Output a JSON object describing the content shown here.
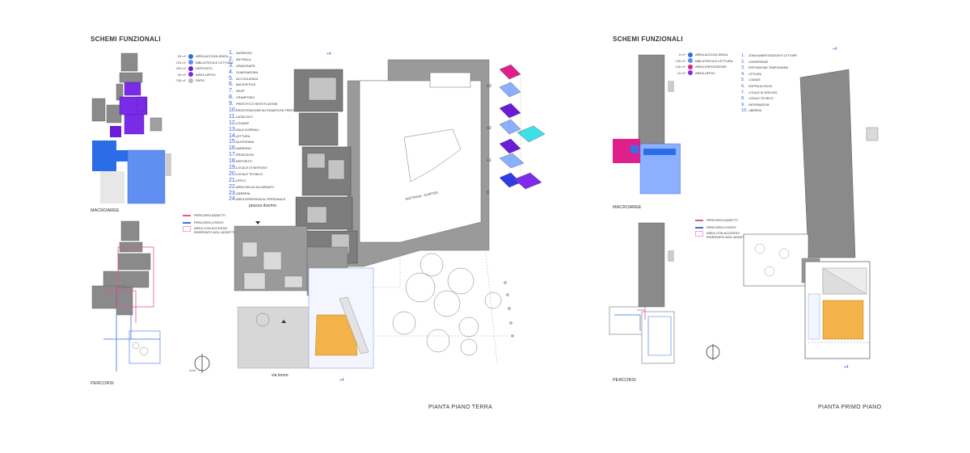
{
  "left": {
    "title": "SCHEMI FUNZIONALI",
    "macroaree_label": "MACROAREE",
    "percorsi_label": "PERCORSI",
    "legend": [
      {
        "area": "45 m²",
        "label": "AREA ACCOGLIENZA",
        "color": "#2b6de6"
      },
      {
        "area": "225 m²",
        "label": "BIBLIOTECA E LETTURA",
        "color": "#5f8ff0"
      },
      {
        "area": "250 m²",
        "label": "DEPOSITO",
        "color": "#6a1bd8"
      },
      {
        "area": "35 m²",
        "label": "AREA UFFICI",
        "color": "#7d2be8"
      },
      {
        "area": "238 m²",
        "label": "PATIO",
        "color": "#b9b9b9"
      }
    ],
    "paths_legend": [
      {
        "label": "PERCORSI ADDETTI",
        "color": "#e8519f"
      },
      {
        "label": "PERCORSI UTENTI",
        "color": "#3a6fe8"
      },
      {
        "label": "AREA CON ACCESSO RISERVATO AGLI ADDETTI",
        "color": "#f2a4cc"
      }
    ]
  },
  "numbered_list": [
    {
      "n": "1.",
      "t": "INGRESSO"
    },
    {
      "n": "2.",
      "t": "ANTISALA"
    },
    {
      "n": "3.",
      "t": "GRADONATE"
    },
    {
      "n": "4.",
      "t": "GUARDAROBA"
    },
    {
      "n": "5.",
      "t": "ACCOGLIENZA"
    },
    {
      "n": "6.",
      "t": "BACKOFFICE"
    },
    {
      "n": "7.",
      "t": "SHOP"
    },
    {
      "n": "8.",
      "t": "CRAMPOSIO"
    },
    {
      "n": "9.",
      "t": "PRESTITO E RESTITUZIONE"
    },
    {
      "n": "10.",
      "t": "REGISTRAZIONE AUTOMATICHE PRESTITO"
    },
    {
      "n": "11.",
      "t": "CATALOGO"
    },
    {
      "n": "12.",
      "t": "LOUNGE"
    },
    {
      "n": "13.",
      "t": "SALA GIORNALI"
    },
    {
      "n": "14.",
      "t": "LETTURA"
    },
    {
      "n": "15.",
      "t": "QUOTIDIANI"
    },
    {
      "n": "16.",
      "t": "GIARDINO"
    },
    {
      "n": "17.",
      "t": "PROIEZIONI"
    },
    {
      "n": "18.",
      "t": "DEPOSITO"
    },
    {
      "n": "19.",
      "t": "LOCALE DI SERVIZIO"
    },
    {
      "n": "20.",
      "t": "LOCALE TECNICO"
    },
    {
      "n": "21.",
      "t": "UFFICI"
    },
    {
      "n": "22.",
      "t": "AREA RELAX ALLARMATO"
    },
    {
      "n": "23.",
      "t": "LIBRERIA"
    },
    {
      "n": "24.",
      "t": "AREA RISERVATA AL PERSONALE"
    }
  ],
  "center": {
    "caption": "PIANTA PIANO TERRA",
    "piazza": "piazza duomo",
    "via": "via bruno",
    "cortile": "NOTTAGIA - CORTILE",
    "level_marks": [
      "+3",
      "+2",
      "+1",
      "0"
    ]
  },
  "right": {
    "title": "SCHEMI FUNZIONALI",
    "macroaree_label": "MACROAREE",
    "percorsi_label": "PERCORSI",
    "caption": "PIANTA PRIMO PIANO",
    "legend": [
      {
        "area": "8 m²",
        "label": "AREA ACCOGLIENZA",
        "color": "#2b6de6"
      },
      {
        "area": "195 m²",
        "label": "BIBLIOTECA E LETTURA",
        "color": "#5f8ff0"
      },
      {
        "area": "146 m²",
        "label": "AREA ESPOSIZIONE",
        "color": "#e0208a"
      },
      {
        "area": "15 m²",
        "label": "AREA UFFICI",
        "color": "#7d2be8"
      }
    ],
    "numbered": [
      {
        "n": "1.",
        "t": "ZONA MANIFESTAZIONI E LETTURE"
      },
      {
        "n": "2.",
        "t": "CONFERENZE"
      },
      {
        "n": "3.",
        "t": "ESPOSIZIONE TEMPORANEE"
      },
      {
        "n": "4.",
        "t": "LETTURA"
      },
      {
        "n": "5.",
        "t": "LOUNGE"
      },
      {
        "n": "6.",
        "t": "DOPPIA ALTEZZA"
      },
      {
        "n": "7.",
        "t": "LOCALE DI SERVIZIO"
      },
      {
        "n": "8.",
        "t": "LOCALE TECNICO"
      },
      {
        "n": "9.",
        "t": "INFORMAZIONI"
      },
      {
        "n": "10.",
        "t": "LIBRERIA"
      }
    ],
    "paths_legend": [
      {
        "label": "PERCORSI ADDETTI",
        "color": "#e8519f"
      },
      {
        "label": "PERCORSI UTENTI",
        "color": "#3a6fe8"
      },
      {
        "label": "AREA CON ACCESSO RISERVATO AGLI ADDETTI",
        "color": "#f2a4cc"
      }
    ]
  },
  "marks": {
    "level_a": "+4",
    "level_b": "+4"
  }
}
